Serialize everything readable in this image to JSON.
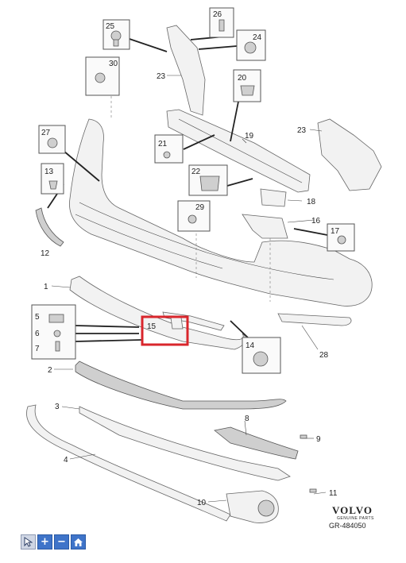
{
  "diagram": {
    "part_labels": [
      "1",
      "2",
      "3",
      "4",
      "5",
      "6",
      "7",
      "8",
      "9",
      "10",
      "11",
      "12",
      "13",
      "14",
      "15",
      "16",
      "17",
      "18",
      "19",
      "20",
      "21",
      "22",
      "23",
      "23",
      "24",
      "25",
      "26",
      "27",
      "28",
      "29",
      "30"
    ],
    "highlight_color": "#d9262c",
    "brand": {
      "name": "VOLVO",
      "subtitle": "GENUINE PARTS"
    },
    "drawing_code": "GR-484050"
  },
  "toolbar": {
    "buttons": [
      {
        "icon": "cursor-icon"
      },
      {
        "icon": "zoom-in-icon",
        "glyph": "+"
      },
      {
        "icon": "zoom-out-icon",
        "glyph": "−"
      },
      {
        "icon": "home-icon"
      }
    ]
  }
}
